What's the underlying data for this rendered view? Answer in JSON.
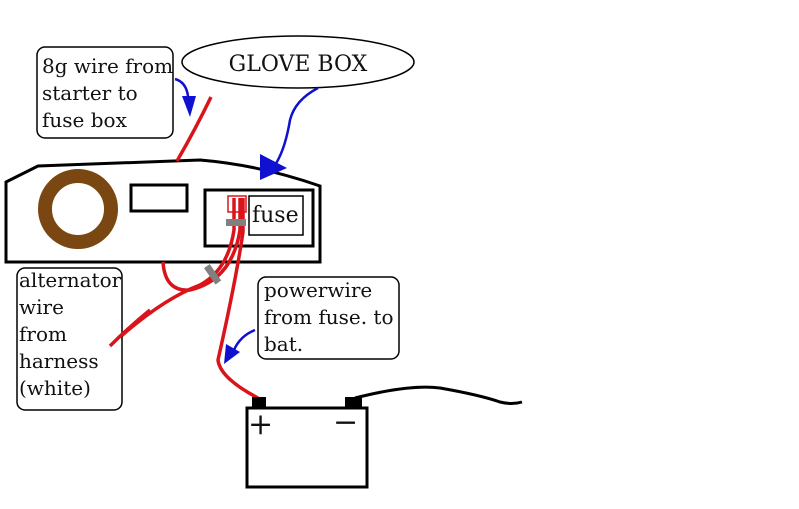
{
  "diagram": {
    "title_label": "GLOVE BOX",
    "fuse_label": "fuse",
    "callouts": {
      "starter_wire": [
        "8g wire from",
        "starter to",
        "fuse box"
      ],
      "alternator_wire": [
        "alternator",
        "wire",
        "from",
        "harness",
        "(white)"
      ],
      "power_wire": [
        "powerwire",
        "from fuse. to",
        "bat."
      ]
    },
    "battery": {
      "positive_symbol": "+",
      "negative_symbol": "−"
    },
    "colors": {
      "wire_red": "#d9151b",
      "arrow_blue": "#1010d0",
      "gauge_brown": "#7a4611",
      "connector_gray": "#808080",
      "outline_black": "#000000"
    }
  }
}
